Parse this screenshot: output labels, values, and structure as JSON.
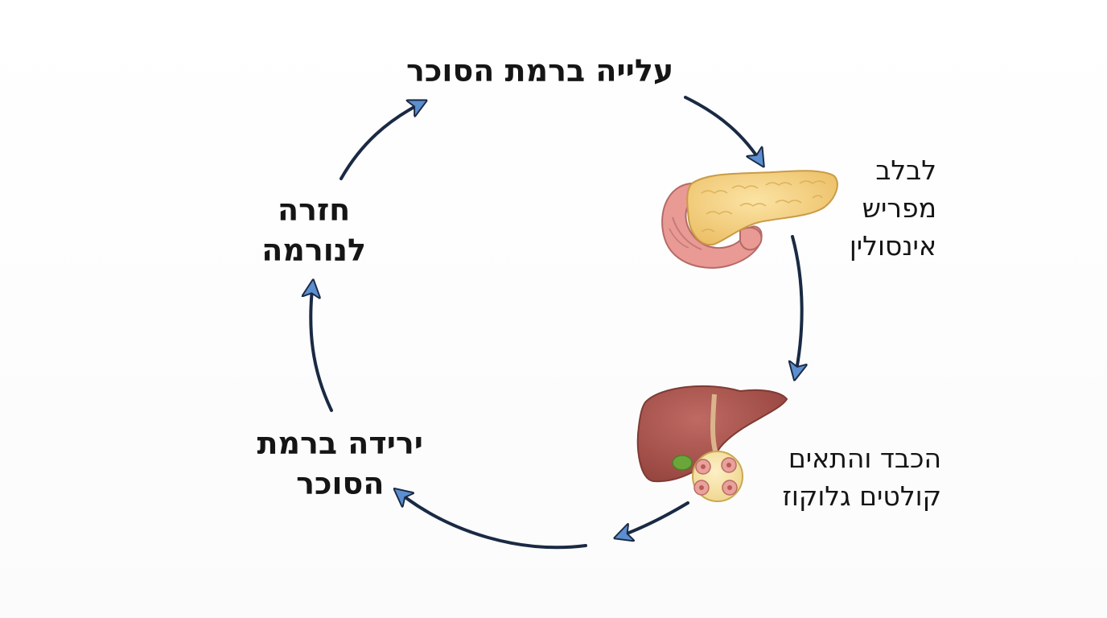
{
  "steps": {
    "rise": {
      "line1": "עלייה ברמת הסוכר"
    },
    "pancreas": {
      "line1": "לבלב",
      "line2": "מפריש",
      "line3": "אינסולין"
    },
    "liver": {
      "line1": "הכבד והתאים",
      "line2": "קולטים גלוקוז"
    },
    "drop": {
      "line1": "ירידה ברמת",
      "line2": "הסוכר"
    },
    "normal": {
      "line1": "חזרה",
      "line2": "לנורמה"
    }
  },
  "colors": {
    "arrow_fill": "#5b8fd0",
    "arrow_stroke": "#1a2a44",
    "pancreas": "#f3cf7e",
    "duodenum": "#e99a95",
    "liver": "#a9524c",
    "gallbladder": "#6aa63a",
    "cell_cluster": "#f7e2a6"
  },
  "icons": [
    "pancreas-icon",
    "liver-icon",
    "fat-cells-icon"
  ]
}
